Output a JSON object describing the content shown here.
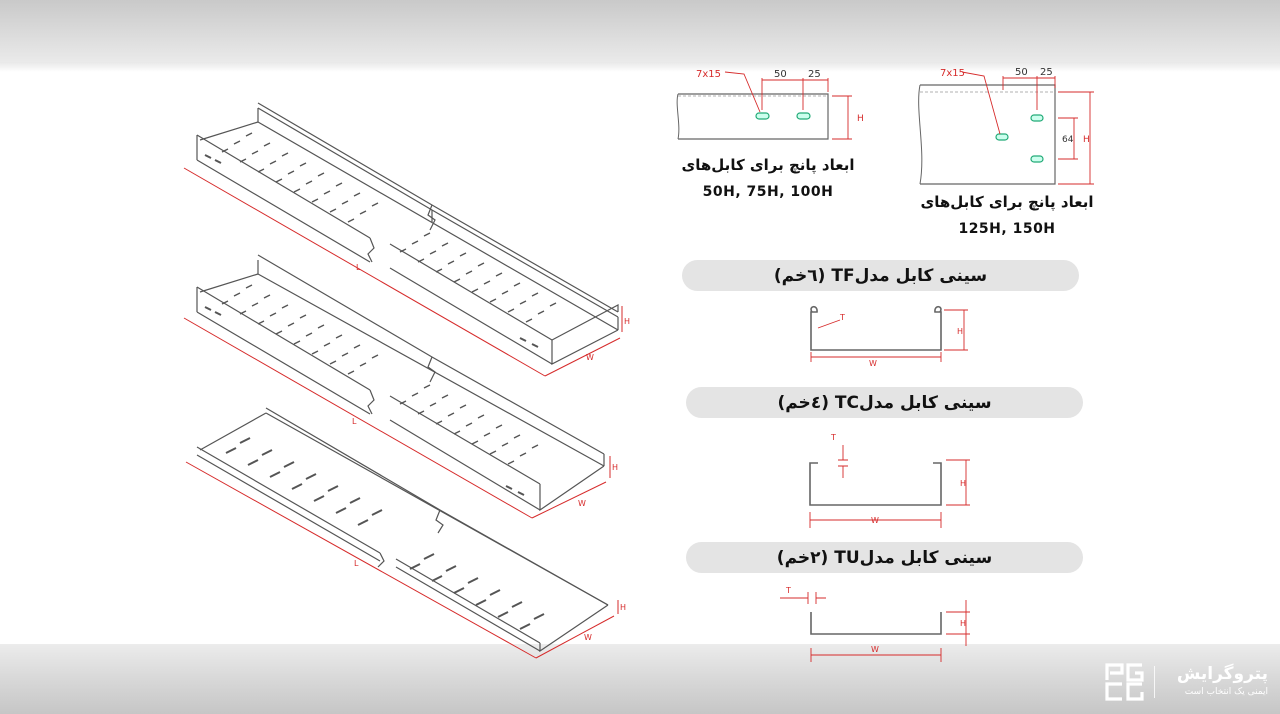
{
  "punch": {
    "left": {
      "slot": "7x15",
      "dim_a": "50",
      "dim_b": "25",
      "height": "H",
      "caption": "ابعاد پانچ برای کابل‌های",
      "sizes": "50H, 75H, 100H"
    },
    "right": {
      "slot": "7x15",
      "dim_a": "50",
      "dim_b": "25",
      "spacing": "64",
      "height": "H",
      "caption": "ابعاد پانچ برای کابل‌های",
      "sizes": "125H, 150H"
    }
  },
  "models": [
    {
      "title": "سینی کابل مدلTF (٦خم)",
      "w": "W",
      "h": "H",
      "t": "T"
    },
    {
      "title": "سینی کابل مدلTC (٤خم)",
      "w": "W",
      "h": "H",
      "t": "T"
    },
    {
      "title": "سینی کابل مدلTU (٢خم)",
      "w": "W",
      "h": "H",
      "t": "T"
    }
  ],
  "iso_labels": {
    "length": "L",
    "width": "W",
    "height": "H"
  },
  "brand": {
    "name": "پتروگرایش",
    "tagline": "ایمنی یک انتخاب است",
    "mark": "PG GC"
  },
  "colors": {
    "dimension": "#d62b2b",
    "line": "#555555",
    "pill": "#e4e4e4"
  }
}
